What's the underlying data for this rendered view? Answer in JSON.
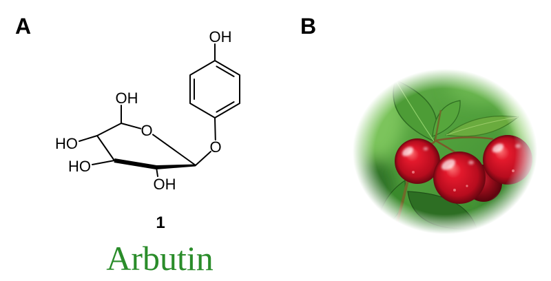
{
  "panels": {
    "a": {
      "label": "A"
    },
    "b": {
      "label": "B"
    }
  },
  "structure": {
    "atoms": {
      "phenol_oh": "OH",
      "hydroxymethyl_oh": "OH",
      "c4_ho": "HO",
      "ring_o": "O",
      "c3_ho": "HO",
      "c2_oh": "OH",
      "glycosidic_o": "O"
    },
    "compound_number": "1",
    "compound_name": "Arbutin"
  },
  "colors": {
    "label_text": "#000000",
    "compound_name": "#2a8c2a",
    "berry_red": "#e3192c",
    "foliage_green": "#4d9c36"
  }
}
